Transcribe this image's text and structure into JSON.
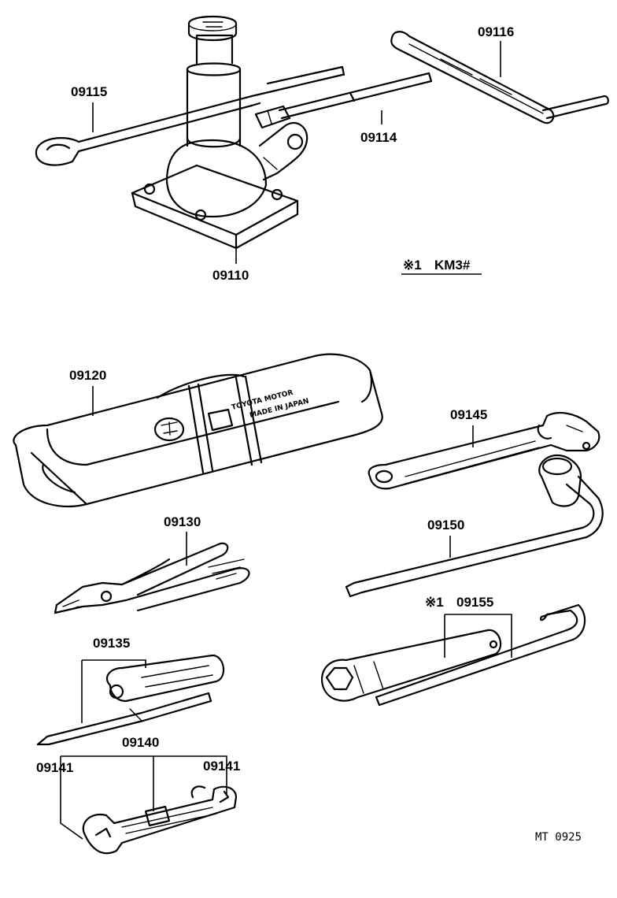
{
  "labels": {
    "jack": "09110",
    "jack_handle": "09115",
    "jack_handle_extension": "09114",
    "jack_handle_lever": "09116",
    "tool_bag": "09120",
    "pliers": "09130",
    "screwdriver": "09135",
    "wrench_set": "09140",
    "wrench_left": "09141",
    "wrench_right": "09141",
    "adjustable_wrench": "09145",
    "wheel_nut_wrench": "09150",
    "socket_wrench": "09155"
  },
  "notes": {
    "marker": "※1",
    "km3": "KM3#"
  },
  "bag_text": {
    "line1": "TOYOTA MOTOR",
    "line2": "MADE IN JAPAN"
  },
  "footer_code": "MT  0925"
}
